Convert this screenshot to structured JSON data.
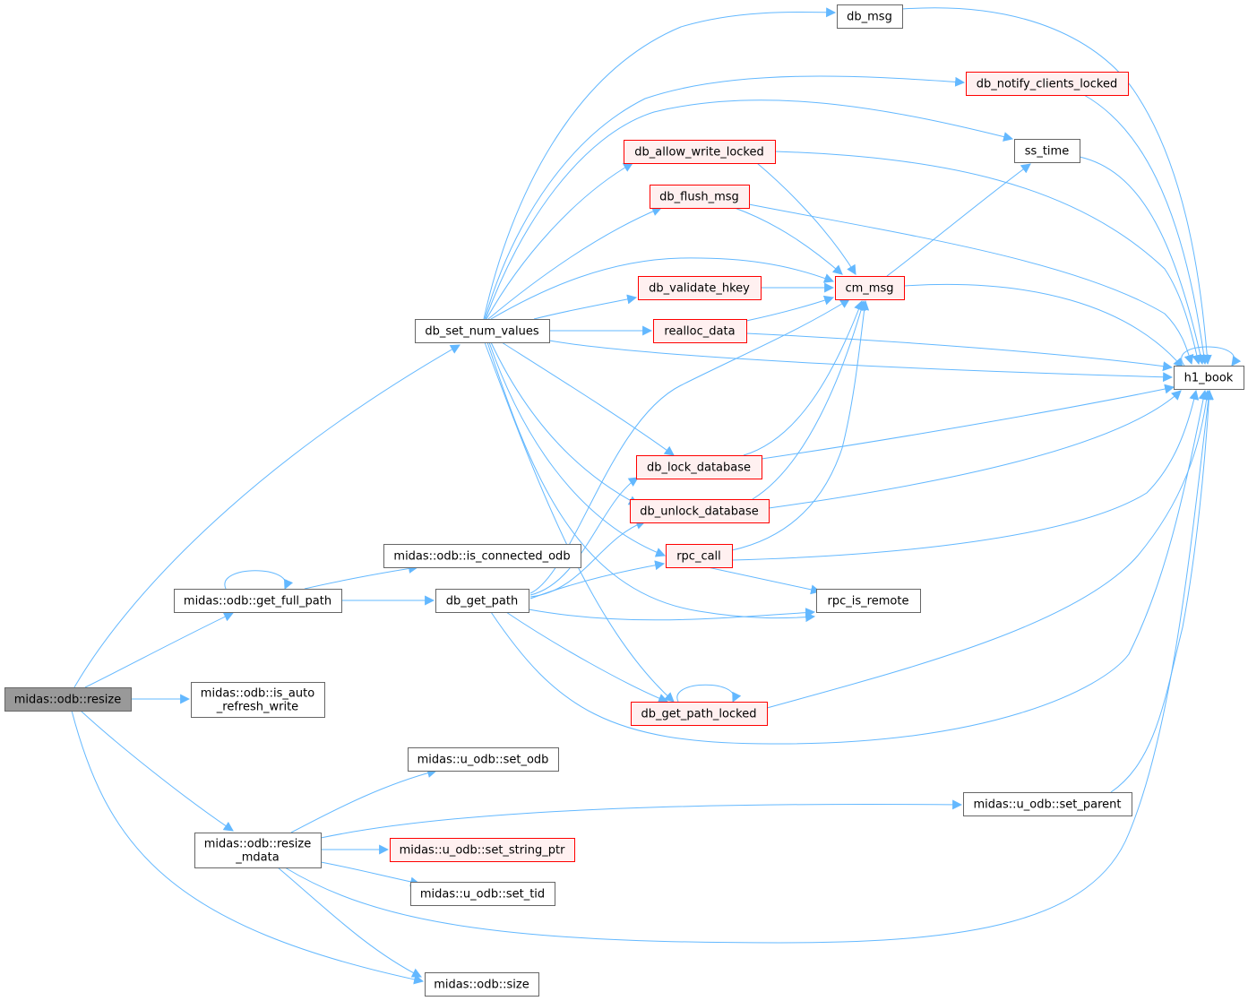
{
  "colors": {
    "edge": "#63b8ff",
    "root_fill": "#999999",
    "root_border": "#666666",
    "normal_fill": "#ffffff",
    "normal_border": "#666666",
    "red_fill": "#fff0f0",
    "red_border": "#ff0000"
  },
  "nodes": [
    {
      "id": "resize",
      "lines": [
        "midas::odb::resize"
      ],
      "style": "root"
    },
    {
      "id": "db_set_num_values",
      "lines": [
        "db_set_num_values"
      ],
      "style": "normal"
    },
    {
      "id": "get_full_path",
      "lines": [
        "midas::odb::get_full_path"
      ],
      "style": "normal"
    },
    {
      "id": "is_auto_refresh_write",
      "lines": [
        "midas::odb::is_auto",
        "_refresh_write"
      ],
      "style": "normal"
    },
    {
      "id": "resize_mdata",
      "lines": [
        "midas::odb::resize",
        "_mdata"
      ],
      "style": "normal"
    },
    {
      "id": "odb_size",
      "lines": [
        "midas::odb::size"
      ],
      "style": "normal"
    },
    {
      "id": "is_connected_odb",
      "lines": [
        "midas::odb::is_connected_odb"
      ],
      "style": "normal"
    },
    {
      "id": "db_get_path",
      "lines": [
        "db_get_path"
      ],
      "style": "normal"
    },
    {
      "id": "set_odb",
      "lines": [
        "midas::u_odb::set_odb"
      ],
      "style": "normal"
    },
    {
      "id": "set_string_ptr",
      "lines": [
        "midas::u_odb::set_string_ptr"
      ],
      "style": "red"
    },
    {
      "id": "set_tid",
      "lines": [
        "midas::u_odb::set_tid"
      ],
      "style": "normal"
    },
    {
      "id": "db_msg",
      "lines": [
        "db_msg"
      ],
      "style": "normal"
    },
    {
      "id": "db_notify_clients_locked",
      "lines": [
        "db_notify_clients_locked"
      ],
      "style": "red"
    },
    {
      "id": "ss_time",
      "lines": [
        "ss_time"
      ],
      "style": "normal"
    },
    {
      "id": "db_allow_write_locked",
      "lines": [
        "db_allow_write_locked"
      ],
      "style": "red"
    },
    {
      "id": "db_flush_msg",
      "lines": [
        "db_flush_msg"
      ],
      "style": "red"
    },
    {
      "id": "cm_msg",
      "lines": [
        "cm_msg"
      ],
      "style": "red"
    },
    {
      "id": "db_validate_hkey",
      "lines": [
        "db_validate_hkey"
      ],
      "style": "red"
    },
    {
      "id": "realloc_data",
      "lines": [
        "realloc_data"
      ],
      "style": "red"
    },
    {
      "id": "h1_book",
      "lines": [
        "h1_book"
      ],
      "style": "normal"
    },
    {
      "id": "db_lock_database",
      "lines": [
        "db_lock_database"
      ],
      "style": "red"
    },
    {
      "id": "db_unlock_database",
      "lines": [
        "db_unlock_database"
      ],
      "style": "red"
    },
    {
      "id": "rpc_call",
      "lines": [
        "rpc_call"
      ],
      "style": "red"
    },
    {
      "id": "rpc_is_remote",
      "lines": [
        "rpc_is_remote"
      ],
      "style": "normal"
    },
    {
      "id": "db_get_path_locked",
      "lines": [
        "db_get_path_locked"
      ],
      "style": "red"
    },
    {
      "id": "set_parent",
      "lines": [
        "midas::u_odb::set_parent"
      ],
      "style": "normal"
    }
  ],
  "edges": [
    {
      "from": "resize",
      "to": "db_set_num_values"
    },
    {
      "from": "resize",
      "to": "get_full_path"
    },
    {
      "from": "resize",
      "to": "is_auto_refresh_write"
    },
    {
      "from": "resize",
      "to": "resize_mdata"
    },
    {
      "from": "resize",
      "to": "odb_size"
    },
    {
      "from": "db_set_num_values",
      "to": "db_msg"
    },
    {
      "from": "db_set_num_values",
      "to": "db_notify_clients_locked"
    },
    {
      "from": "db_set_num_values",
      "to": "ss_time"
    },
    {
      "from": "db_set_num_values",
      "to": "db_allow_write_locked"
    },
    {
      "from": "db_set_num_values",
      "to": "db_flush_msg"
    },
    {
      "from": "db_set_num_values",
      "to": "cm_msg"
    },
    {
      "from": "db_set_num_values",
      "to": "db_validate_hkey"
    },
    {
      "from": "db_set_num_values",
      "to": "realloc_data"
    },
    {
      "from": "db_set_num_values",
      "to": "h1_book"
    },
    {
      "from": "db_set_num_values",
      "to": "db_lock_database"
    },
    {
      "from": "db_set_num_values",
      "to": "db_unlock_database"
    },
    {
      "from": "db_set_num_values",
      "to": "rpc_call"
    },
    {
      "from": "db_set_num_values",
      "to": "rpc_is_remote"
    },
    {
      "from": "db_set_num_values",
      "to": "db_get_path_locked"
    },
    {
      "from": "get_full_path",
      "to": "get_full_path"
    },
    {
      "from": "get_full_path",
      "to": "is_connected_odb"
    },
    {
      "from": "get_full_path",
      "to": "db_get_path"
    },
    {
      "from": "db_get_path",
      "to": "cm_msg"
    },
    {
      "from": "db_get_path",
      "to": "db_lock_database"
    },
    {
      "from": "db_get_path",
      "to": "db_unlock_database"
    },
    {
      "from": "db_get_path",
      "to": "rpc_call"
    },
    {
      "from": "db_get_path",
      "to": "rpc_is_remote"
    },
    {
      "from": "db_get_path",
      "to": "db_get_path_locked"
    },
    {
      "from": "db_get_path",
      "to": "h1_book"
    },
    {
      "from": "resize_mdata",
      "to": "set_odb"
    },
    {
      "from": "resize_mdata",
      "to": "set_parent"
    },
    {
      "from": "resize_mdata",
      "to": "set_string_ptr"
    },
    {
      "from": "resize_mdata",
      "to": "set_tid"
    },
    {
      "from": "resize_mdata",
      "to": "h1_book"
    },
    {
      "from": "resize_mdata",
      "to": "odb_size"
    },
    {
      "from": "db_msg",
      "to": "h1_book"
    },
    {
      "from": "db_notify_clients_locked",
      "to": "h1_book"
    },
    {
      "from": "ss_time",
      "to": "h1_book"
    },
    {
      "from": "db_allow_write_locked",
      "to": "cm_msg"
    },
    {
      "from": "db_allow_write_locked",
      "to": "h1_book"
    },
    {
      "from": "db_flush_msg",
      "to": "cm_msg"
    },
    {
      "from": "db_flush_msg",
      "to": "h1_book"
    },
    {
      "from": "cm_msg",
      "to": "ss_time"
    },
    {
      "from": "cm_msg",
      "to": "h1_book"
    },
    {
      "from": "db_validate_hkey",
      "to": "cm_msg"
    },
    {
      "from": "realloc_data",
      "to": "cm_msg"
    },
    {
      "from": "realloc_data",
      "to": "h1_book"
    },
    {
      "from": "h1_book",
      "to": "h1_book"
    },
    {
      "from": "db_lock_database",
      "to": "cm_msg"
    },
    {
      "from": "db_lock_database",
      "to": "h1_book"
    },
    {
      "from": "db_unlock_database",
      "to": "cm_msg"
    },
    {
      "from": "db_unlock_database",
      "to": "h1_book"
    },
    {
      "from": "rpc_call",
      "to": "cm_msg"
    },
    {
      "from": "rpc_call",
      "to": "rpc_is_remote"
    },
    {
      "from": "rpc_call",
      "to": "h1_book"
    },
    {
      "from": "db_get_path_locked",
      "to": "db_get_path_locked"
    },
    {
      "from": "db_get_path_locked",
      "to": "h1_book"
    },
    {
      "from": "set_parent",
      "to": "h1_book"
    }
  ]
}
